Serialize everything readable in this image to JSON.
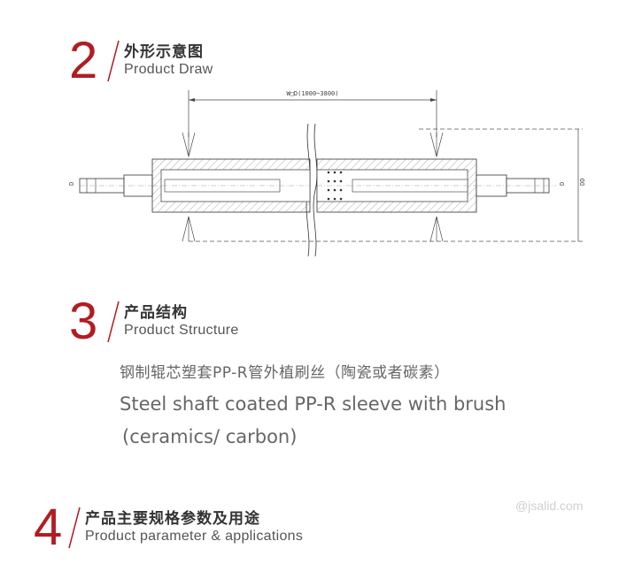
{
  "sections": [
    {
      "number": "2",
      "title_cn": "外形示意图",
      "title_en": "Product Draw"
    },
    {
      "number": "3",
      "title_cn": "产品结构",
      "title_en": "Product Structure"
    },
    {
      "number": "4",
      "title_cn": "产品主要规格参数及用途",
      "title_en": "Product parameter & applications"
    }
  ],
  "drawing": {
    "dimension_label": "W□D(1000~3800)",
    "left_end_label": "D",
    "right_end_label": "D",
    "diameter_label": "DD"
  },
  "structure": {
    "description_cn": "钢制辊芯塑套PP-R管外植刷丝（陶瓷或者碳素）",
    "description_en_line1": "Steel shaft coated PP-R sleeve with brush",
    "description_en_line2": "(ceramics/ carbon)"
  },
  "watermark": "@jsalid.com",
  "colors": {
    "accent": "#b11c22",
    "text": "#555555",
    "line": "#333333"
  }
}
